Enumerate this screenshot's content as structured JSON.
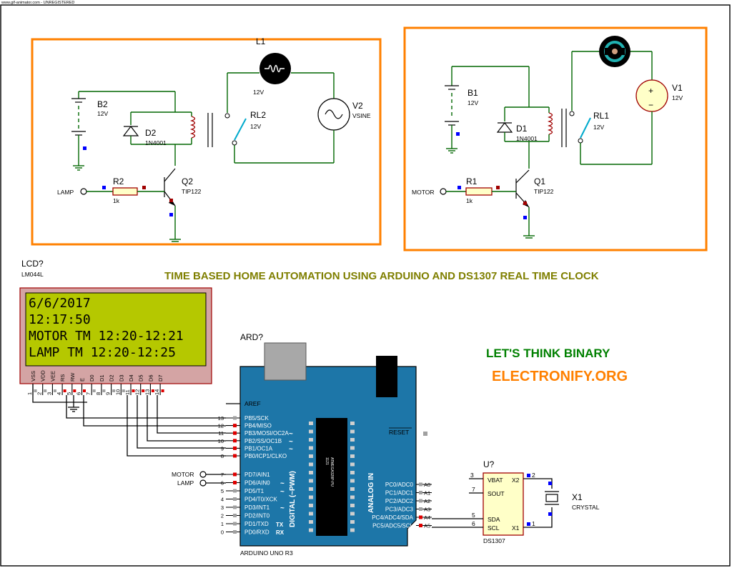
{
  "watermark": "www.gif-animator.com - UNREGISTERED",
  "title": "TIME BASED HOME AUTOMATION USING ARDUINO AND DS1307 REAL TIME CLOCK",
  "brand": {
    "line1": "LET'S THINK BINARY",
    "line2": "ELECTRONIFY.ORG"
  },
  "colors": {
    "frame": "#ff8000",
    "wire": "#006600",
    "board": "#1d76a8",
    "lcd_screen": "#b5c800",
    "pin_marker": "#0000ff"
  },
  "lamp_circuit": {
    "lamp_ref": "L1",
    "lamp_value": "12V",
    "battery_ref": "B2",
    "battery_value": "12V",
    "diode_ref": "D2",
    "diode_value": "1N4001",
    "relay_ref": "RL2",
    "relay_value": "12V",
    "source_ref": "V2",
    "source_value": "VSINE",
    "resistor_ref": "R2",
    "resistor_value": "1k",
    "transistor_ref": "Q2",
    "transistor_value": "TIP122",
    "input_label": "LAMP"
  },
  "motor_circuit": {
    "battery_ref": "B1",
    "battery_value": "12V",
    "diode_ref": "D1",
    "diode_value": "1N4001",
    "relay_ref": "RL1",
    "relay_value": "12V",
    "source_ref": "V1",
    "source_value": "12V",
    "resistor_ref": "R1",
    "resistor_value": "1k",
    "transistor_ref": "Q1",
    "transistor_value": "TIP122",
    "input_label": "MOTOR",
    "source_plus": "+",
    "source_minus": "−"
  },
  "lcd": {
    "ref": "LCD?",
    "model": "LM044L",
    "lines": [
      "6/6/2017",
      "12:17:50",
      "MOTOR TM 12:20-12:21",
      "LAMP TM 12:20-12:25"
    ],
    "pin_names": [
      "VSS",
      "VDD",
      "VEE",
      "RS",
      "RW",
      "E",
      "D0",
      "D1",
      "D2",
      "D3",
      "D4",
      "D5",
      "D6",
      "D7"
    ],
    "pin_numbers": [
      "1",
      "2",
      "3",
      "4",
      "5",
      "6",
      "7",
      "8",
      "9",
      "10",
      "11",
      "12",
      "13",
      "14"
    ]
  },
  "arduino": {
    "ref": "ARD?",
    "name": "ARDUINO UNO R3",
    "aref": "AREF",
    "reset": "RESET",
    "digital_label": "DIGITAL (~PWM)",
    "analog_label": "ANALOG IN",
    "tx": "TX",
    "rx": "RX",
    "chip_text": [
      "1121",
      "ATMEGA328P-PU"
    ],
    "digital_pins_top": [
      {
        "num": "13",
        "name": "PB5/SCK"
      },
      {
        "num": "12",
        "name": "PB4/MISO"
      },
      {
        "num": "11",
        "name": "PB3/MOSI/OC2A"
      },
      {
        "num": "10",
        "name": "PB2/SS/OC1B"
      },
      {
        "num": "9",
        "name": "PB1/OC1A"
      },
      {
        "num": "8",
        "name": "PB0/ICP1/CLKO"
      }
    ],
    "digital_pins_bottom": [
      {
        "num": "7",
        "name": "PD7/AIN1"
      },
      {
        "num": "6",
        "name": "PD6/AIN0"
      },
      {
        "num": "5",
        "name": "PD5/T1"
      },
      {
        "num": "4",
        "name": "PD4/T0/XCK"
      },
      {
        "num": "3",
        "name": "PD3/INT1"
      },
      {
        "num": "2",
        "name": "PD2/INT0"
      },
      {
        "num": "1",
        "name": "PD1/TXD"
      },
      {
        "num": "0",
        "name": "PD0/RXD"
      }
    ],
    "pwm_mark": "~",
    "analog_pins": [
      {
        "name": "PC0/ADC0",
        "num": "A0"
      },
      {
        "name": "PC1/ADC1",
        "num": "A1"
      },
      {
        "name": "PC2/ADC2",
        "num": "A2"
      },
      {
        "name": "PC3/ADC3",
        "num": "A3"
      },
      {
        "name": "PC4/ADC4/SDA",
        "num": "A4"
      },
      {
        "name": "PC5/ADC5/SCL",
        "num": "A5"
      }
    ],
    "terminal_motor": "MOTOR",
    "terminal_lamp": "LAMP"
  },
  "rtc": {
    "ref": "U?",
    "name": "DS1307",
    "pins": {
      "vbat": "VBAT",
      "x2": "X2",
      "sout": "SOUT",
      "sda": "SDA",
      "scl": "SCL",
      "x1": "X1"
    },
    "pin_numbers": {
      "vbat": "3",
      "x2": "2",
      "sout": "7",
      "sda": "5",
      "scl": "6",
      "x1": "1"
    }
  },
  "crystal": {
    "ref": "X1",
    "value": "CRYSTAL"
  }
}
